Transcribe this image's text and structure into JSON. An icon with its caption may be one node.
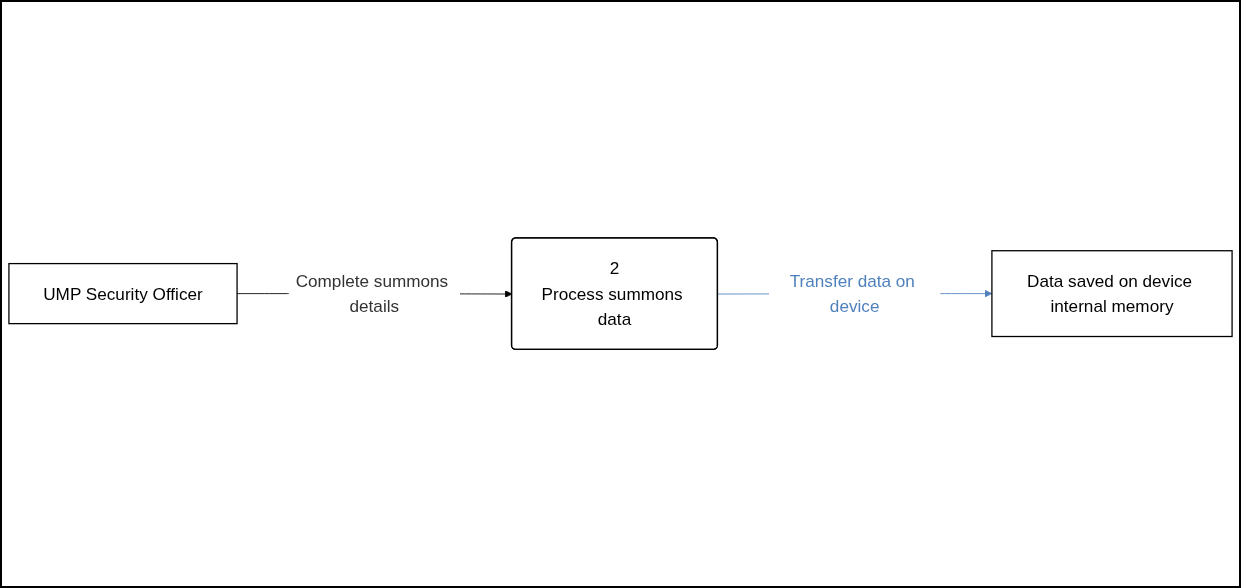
{
  "diagram": {
    "nodes": [
      {
        "text": [
          "UMP Security Officer"
        ]
      },
      {
        "text": [
          "2",
          "Process summons data"
        ]
      },
      {
        "text": [
          "Data saved on device internal memory"
        ]
      }
    ],
    "edges": [
      {
        "from": 0,
        "to": 1,
        "arrow": "to",
        "label": "Complete summons details"
      },
      {
        "from": 1,
        "to": 2,
        "arrow": "to",
        "label": "Transfer data on device",
        "color": "#4f81bd"
      }
    ]
  }
}
